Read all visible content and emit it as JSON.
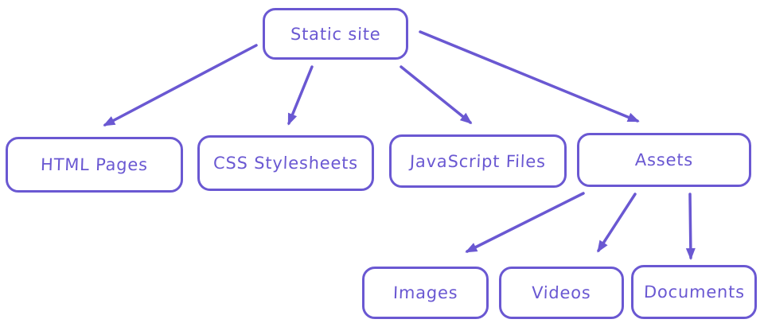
{
  "diagram": {
    "background_color": "#ffffff",
    "stroke_color": "#6a58d2",
    "style": "hand-drawn-whiteboard",
    "nodes": [
      {
        "id": "static-site",
        "label": "Static site"
      },
      {
        "id": "html-pages",
        "label": "HTML Pages"
      },
      {
        "id": "css-stylesheets",
        "label": "CSS Stylesheets"
      },
      {
        "id": "javascript-files",
        "label": "JavaScript Files"
      },
      {
        "id": "assets",
        "label": "Assets"
      },
      {
        "id": "images",
        "label": "Images"
      },
      {
        "id": "videos",
        "label": "Videos"
      },
      {
        "id": "documents",
        "label": "Documents"
      }
    ],
    "edges": [
      {
        "from": "static-site",
        "to": "html-pages"
      },
      {
        "from": "static-site",
        "to": "css-stylesheets"
      },
      {
        "from": "static-site",
        "to": "javascript-files"
      },
      {
        "from": "static-site",
        "to": "assets"
      },
      {
        "from": "assets",
        "to": "images"
      },
      {
        "from": "assets",
        "to": "videos"
      },
      {
        "from": "assets",
        "to": "documents"
      }
    ]
  }
}
